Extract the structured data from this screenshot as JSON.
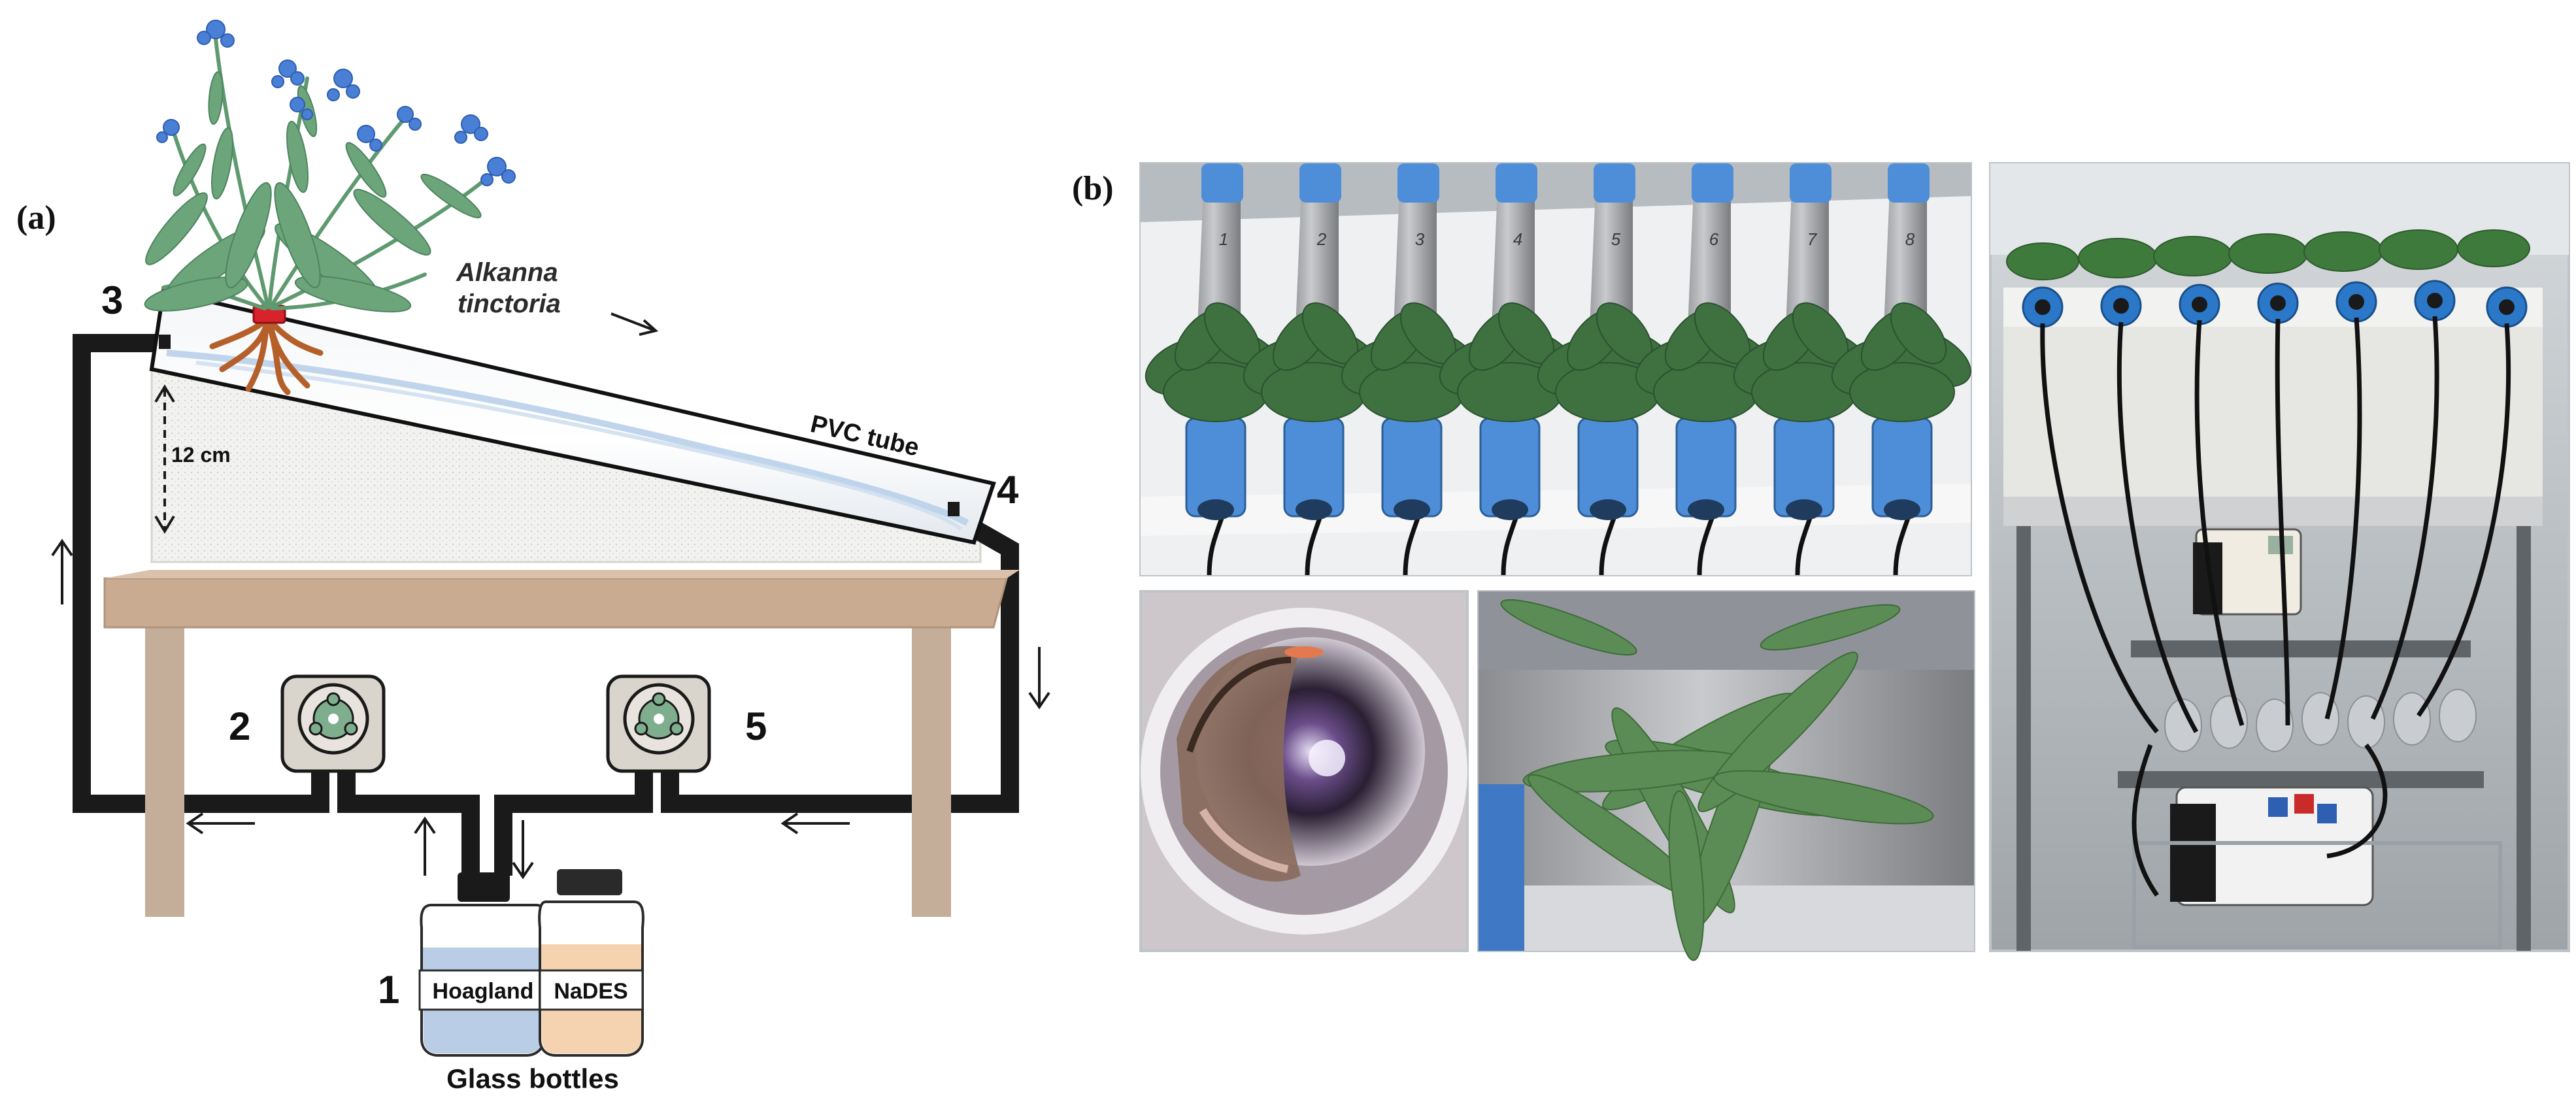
{
  "panel_a": {
    "panel_label": "(a)",
    "plant_label_line1": "Alkanna",
    "plant_label_line2": "tinctoria",
    "tube_label": "PVC tube",
    "height_label": "12 cm",
    "num_1": "1",
    "num_2": "2",
    "num_3": "3",
    "num_4": "4",
    "num_5": "5",
    "bottle_left_label": "Hoagland",
    "bottle_right_label": "NaDES",
    "bottles_caption": "Glass bottles",
    "colors": {
      "tubing": "#1a1a1a",
      "table": "#c9ab91",
      "table_legs": "#c4ae99",
      "hoagland_liquid": "#b9cde6",
      "nades_liquid": "#f6d3b0",
      "plant_leaves": "#6ca57a",
      "flowers": "#4a7fd6",
      "roots": "#b5602a"
    }
  },
  "panel_b": {
    "panel_label": "(b)",
    "tube_numbers": [
      "1",
      "2",
      "3",
      "4",
      "5",
      "6",
      "7",
      "8"
    ]
  }
}
